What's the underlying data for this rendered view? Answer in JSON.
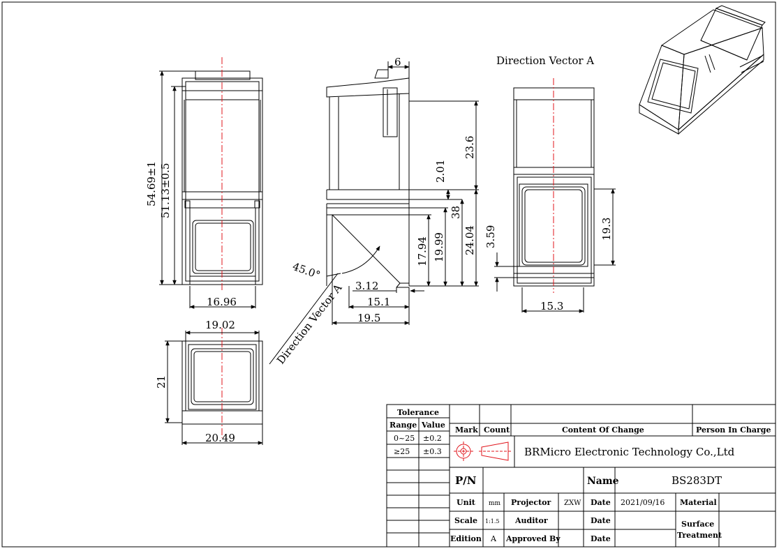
{
  "colors": {
    "line": "#000000",
    "centerline": "#e0141b",
    "background": "#ffffff",
    "seal": "#e0141b"
  },
  "labels": {
    "direction_vector_a": "Direction Vector A",
    "direction_vector_a_rotated": "Direction Vector A",
    "angle": "45.0°"
  },
  "dimensions": {
    "front_height_total": "54.69±1",
    "front_height_inner": "51.13±0.5",
    "front_width": "16.96",
    "top_width": "19.02",
    "bottom_width": "20.49",
    "bottom_height": "21",
    "side_top": "6",
    "side_23_6": "23.6",
    "side_2_01": "2.01",
    "side_38": "38",
    "side_24_04": "24.04",
    "side_19_99": "19.99",
    "side_17_94": "17.94",
    "side_3_12": "3.12",
    "side_15_1": "15.1",
    "side_19_5": "19.5",
    "right_19_3": "19.3",
    "right_3_59": "3.59",
    "right_15_3": "15.3"
  },
  "title_block": {
    "tolerance_title": "Tolerance",
    "range_header": "Range",
    "value_header": "Value",
    "range_1": "0~25",
    "value_1": "±0.2",
    "range_2": "≥25",
    "value_2": "±0.3",
    "mark": "Mark",
    "count": "Count",
    "content_of_change": "Content Of Change",
    "person_in_charge": "Person In Charge",
    "company": "BRMicro Electronic Technology Co.,Ltd",
    "pn_label": "P/N",
    "name_label": "Name",
    "name_value": "BS283DT",
    "unit_label": "Unit",
    "unit_value": "mm",
    "projector_label": "Projector",
    "projector_value": "ZXW",
    "date_label_1": "Date",
    "date_value_1": "2021/09/16",
    "material_label": "Material",
    "scale_label": "Scale",
    "scale_value": "1:1.5",
    "auditor_label": "Auditor",
    "date_label_2": "Date",
    "surface_label_1": "Surface",
    "surface_label_2": "Treatment",
    "edition_label": "Edition",
    "edition_value": "A",
    "approved_label": "Approved By",
    "date_label_3": "Date"
  }
}
